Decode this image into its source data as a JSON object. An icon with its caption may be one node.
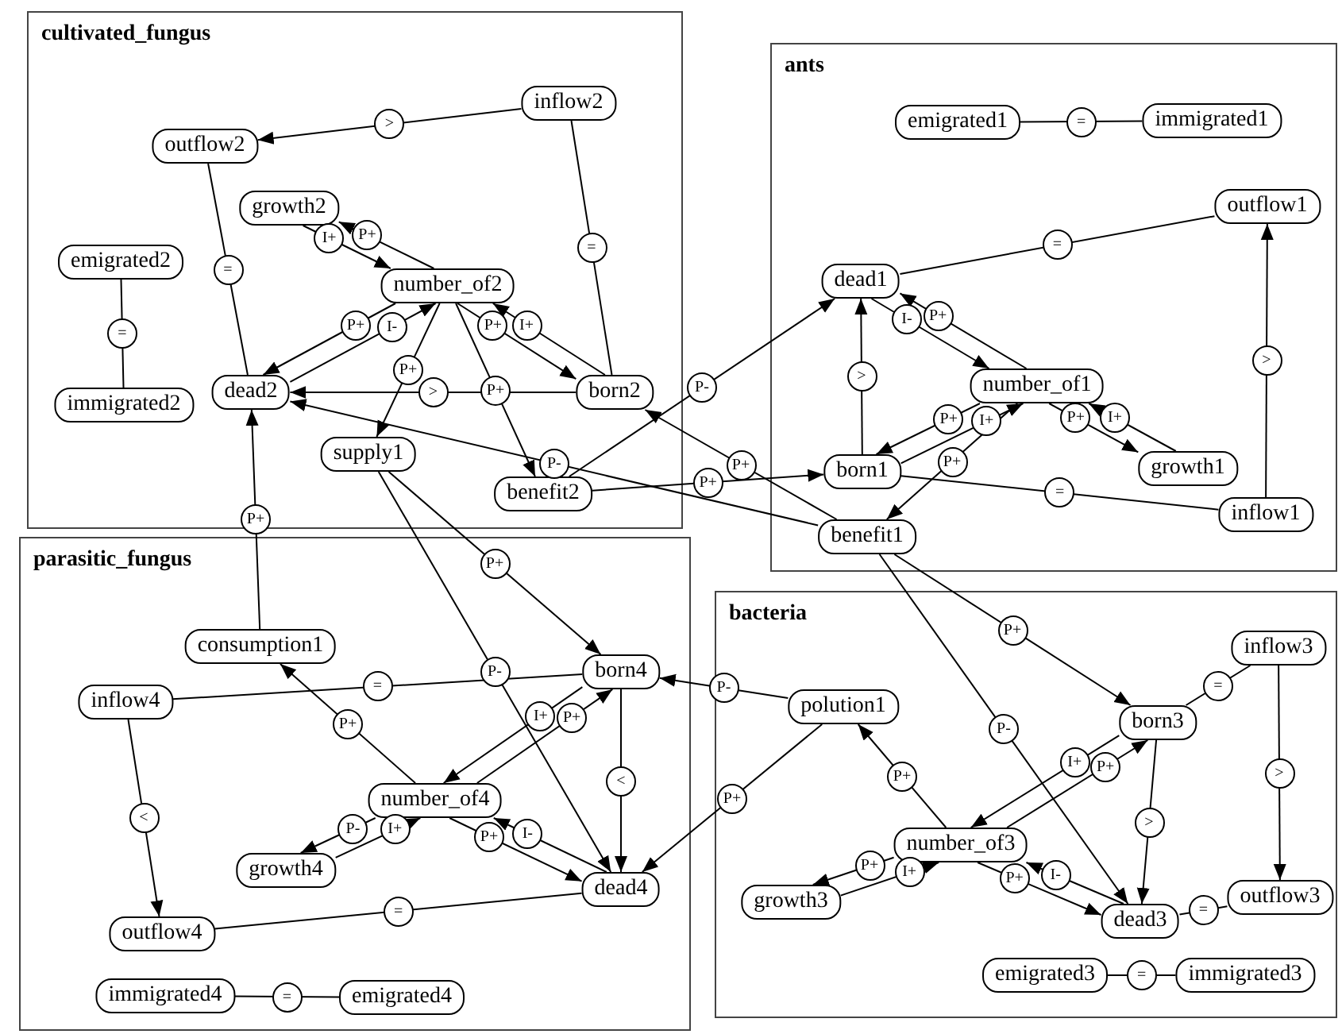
{
  "diagram": {
    "nodes": [
      {
        "text": [
          "cultivated_fungus"
        ]
      },
      {
        "text": [
          "inflow2"
        ],
        "in": 0
      },
      {
        "text": [
          "outflow2"
        ],
        "in": 0
      },
      {
        "text": [
          "growth2"
        ],
        "in": 0
      },
      {
        "text": [
          "emigrated2"
        ],
        "in": 0
      },
      {
        "text": [
          "number_of2"
        ],
        "in": 0
      },
      {
        "text": [
          "immigrated2"
        ],
        "in": 0
      },
      {
        "text": [
          "dead2"
        ],
        "in": 0
      },
      {
        "text": [
          "born2"
        ],
        "in": 0
      },
      {
        "text": [
          "supply1"
        ],
        "in": 0
      },
      {
        "text": [
          "benefit2"
        ],
        "in": 0
      },
      {
        "text": [
          "ants"
        ]
      },
      {
        "text": [
          "emigrated1"
        ],
        "in": 11
      },
      {
        "text": [
          "immigrated1"
        ],
        "in": 11
      },
      {
        "text": [
          "outflow1"
        ],
        "in": 11
      },
      {
        "text": [
          "dead1"
        ],
        "in": 11
      },
      {
        "text": [
          "number_of1"
        ],
        "in": 11
      },
      {
        "text": [
          "born1"
        ],
        "in": 11
      },
      {
        "text": [
          "growth1"
        ],
        "in": 11
      },
      {
        "text": [
          "inflow1"
        ],
        "in": 11
      },
      {
        "text": [
          "benefit1"
        ],
        "in": 11
      },
      {
        "text": [
          "parasitic_fungus"
        ]
      },
      {
        "text": [
          "consumption1"
        ],
        "in": 21
      },
      {
        "text": [
          "born4"
        ],
        "in": 21
      },
      {
        "text": [
          "inflow4"
        ],
        "in": 21
      },
      {
        "text": [
          "number_of4"
        ],
        "in": 21
      },
      {
        "text": [
          "growth4"
        ],
        "in": 21
      },
      {
        "text": [
          "dead4"
        ],
        "in": 21
      },
      {
        "text": [
          "outflow4"
        ],
        "in": 21
      },
      {
        "text": [
          "immigrated4"
        ],
        "in": 21
      },
      {
        "text": [
          "emigrated4"
        ],
        "in": 21
      },
      {
        "text": [
          "bacteria"
        ]
      },
      {
        "text": [
          "inflow3"
        ],
        "in": 31
      },
      {
        "text": [
          "polution1"
        ],
        "in": 31
      },
      {
        "text": [
          "born3"
        ],
        "in": 31
      },
      {
        "text": [
          "number_of3"
        ],
        "in": 31
      },
      {
        "text": [
          "growth3"
        ],
        "in": 31
      },
      {
        "text": [
          "dead3"
        ],
        "in": 31
      },
      {
        "text": [
          "outflow3"
        ],
        "in": 31
      },
      {
        "text": [
          "emigrated3"
        ],
        "in": 31
      },
      {
        "text": [
          "immigrated3"
        ],
        "in": 31
      }
    ],
    "edges": [
      {
        "from": 1,
        "to": 2,
        "arrow": "to",
        "label": ">"
      },
      {
        "from": 2,
        "to": 7,
        "arrow": "none",
        "label": "="
      },
      {
        "from": 1,
        "to": 8,
        "arrow": "none",
        "label": "="
      },
      {
        "from": 4,
        "to": 6,
        "arrow": "none",
        "label": "="
      },
      {
        "from": 5,
        "to": 3,
        "arrow": "to",
        "label": "P+"
      },
      {
        "from": 3,
        "to": 5,
        "arrow": "to",
        "label": "I+"
      },
      {
        "from": 7,
        "to": 5,
        "arrow": "to",
        "label": "I-"
      },
      {
        "from": 8,
        "to": 5,
        "arrow": "to",
        "label": "I+"
      },
      {
        "from": 5,
        "to": 7,
        "arrow": "to",
        "label": "P+"
      },
      {
        "from": 5,
        "to": 8,
        "arrow": "to",
        "label": "P+"
      },
      {
        "from": 5,
        "to": 9,
        "arrow": "to",
        "label": "P+"
      },
      {
        "from": 5,
        "to": 10,
        "arrow": "to",
        "label": "P+"
      },
      {
        "from": 8,
        "to": 7,
        "arrow": "to",
        "label": ">"
      },
      {
        "from": 20,
        "to": 7,
        "arrow": "to",
        "label": "P-"
      },
      {
        "from": 22,
        "to": 7,
        "arrow": "to",
        "label": "P+"
      },
      {
        "from": 10,
        "to": 15,
        "arrow": "to",
        "label": "P-"
      },
      {
        "from": 10,
        "to": 17,
        "arrow": "to",
        "label": "P+"
      },
      {
        "from": 20,
        "to": 8,
        "arrow": "to",
        "label": "P+"
      },
      {
        "from": 9,
        "to": 27,
        "arrow": "to",
        "label": "P-"
      },
      {
        "from": 9,
        "to": 23,
        "arrow": "to",
        "label": "P+"
      },
      {
        "from": 33,
        "to": 23,
        "arrow": "to",
        "label": "P-"
      },
      {
        "from": 33,
        "to": 27,
        "arrow": "to",
        "label": "P+"
      },
      {
        "from": 35,
        "to": 33,
        "arrow": "to",
        "label": "P+"
      },
      {
        "from": 20,
        "to": 34,
        "arrow": "to",
        "label": "P+"
      },
      {
        "from": 20,
        "to": 37,
        "arrow": "to",
        "label": "P-"
      },
      {
        "from": 12,
        "to": 13,
        "arrow": "none",
        "label": "="
      },
      {
        "from": 14,
        "to": 15,
        "arrow": "none",
        "label": "="
      },
      {
        "from": 19,
        "to": 14,
        "arrow": "to",
        "label": ">"
      },
      {
        "from": 16,
        "to": 15,
        "arrow": "to",
        "label": "P+"
      },
      {
        "from": 15,
        "to": 16,
        "arrow": "to",
        "label": "I-"
      },
      {
        "from": 17,
        "to": 16,
        "arrow": "to",
        "label": "I+"
      },
      {
        "from": 17,
        "to": 15,
        "arrow": "to",
        "label": ">"
      },
      {
        "from": 18,
        "to": 16,
        "arrow": "to",
        "label": "I+"
      },
      {
        "from": 16,
        "to": 18,
        "arrow": "to",
        "label": "P+"
      },
      {
        "from": 16,
        "to": 17,
        "arrow": "to",
        "label": "P+"
      },
      {
        "from": 16,
        "to": 20,
        "arrow": "to",
        "label": "P+"
      },
      {
        "from": 17,
        "to": 19,
        "arrow": "none",
        "label": "="
      },
      {
        "from": 25,
        "to": 22,
        "arrow": "to",
        "label": "P+"
      },
      {
        "from": 24,
        "to": 23,
        "arrow": "none",
        "label": "="
      },
      {
        "from": 24,
        "to": 28,
        "arrow": "to",
        "label": "<"
      },
      {
        "from": 25,
        "to": 23,
        "arrow": "to",
        "label": "P+"
      },
      {
        "from": 23,
        "to": 25,
        "arrow": "to",
        "label": "I+"
      },
      {
        "from": 23,
        "to": 27,
        "arrow": "to",
        "label": "<"
      },
      {
        "from": 27,
        "to": 25,
        "arrow": "to",
        "label": "I-"
      },
      {
        "from": 26,
        "to": 25,
        "arrow": "to",
        "label": "I+"
      },
      {
        "from": 25,
        "to": 26,
        "arrow": "to",
        "label": "P-"
      },
      {
        "from": 25,
        "to": 27,
        "arrow": "to",
        "label": "P+"
      },
      {
        "from": 28,
        "to": 27,
        "arrow": "none",
        "label": "="
      },
      {
        "from": 29,
        "to": 30,
        "arrow": "none",
        "label": "="
      },
      {
        "from": 32,
        "to": 34,
        "arrow": "none",
        "label": "="
      },
      {
        "from": 32,
        "to": 38,
        "arrow": "to",
        "label": ">"
      },
      {
        "from": 35,
        "to": 34,
        "arrow": "to",
        "label": "P+"
      },
      {
        "from": 34,
        "to": 35,
        "arrow": "to",
        "label": "I+"
      },
      {
        "from": 34,
        "to": 37,
        "arrow": "to",
        "label": ">"
      },
      {
        "from": 37,
        "to": 35,
        "arrow": "to",
        "label": "I-"
      },
      {
        "from": 36,
        "to": 35,
        "arrow": "to",
        "label": "I+"
      },
      {
        "from": 35,
        "to": 36,
        "arrow": "to",
        "label": "P+"
      },
      {
        "from": 35,
        "to": 37,
        "arrow": "to",
        "label": "P+"
      },
      {
        "from": 37,
        "to": 38,
        "arrow": "none",
        "label": "="
      },
      {
        "from": 39,
        "to": 40,
        "arrow": "none",
        "label": "="
      }
    ]
  }
}
